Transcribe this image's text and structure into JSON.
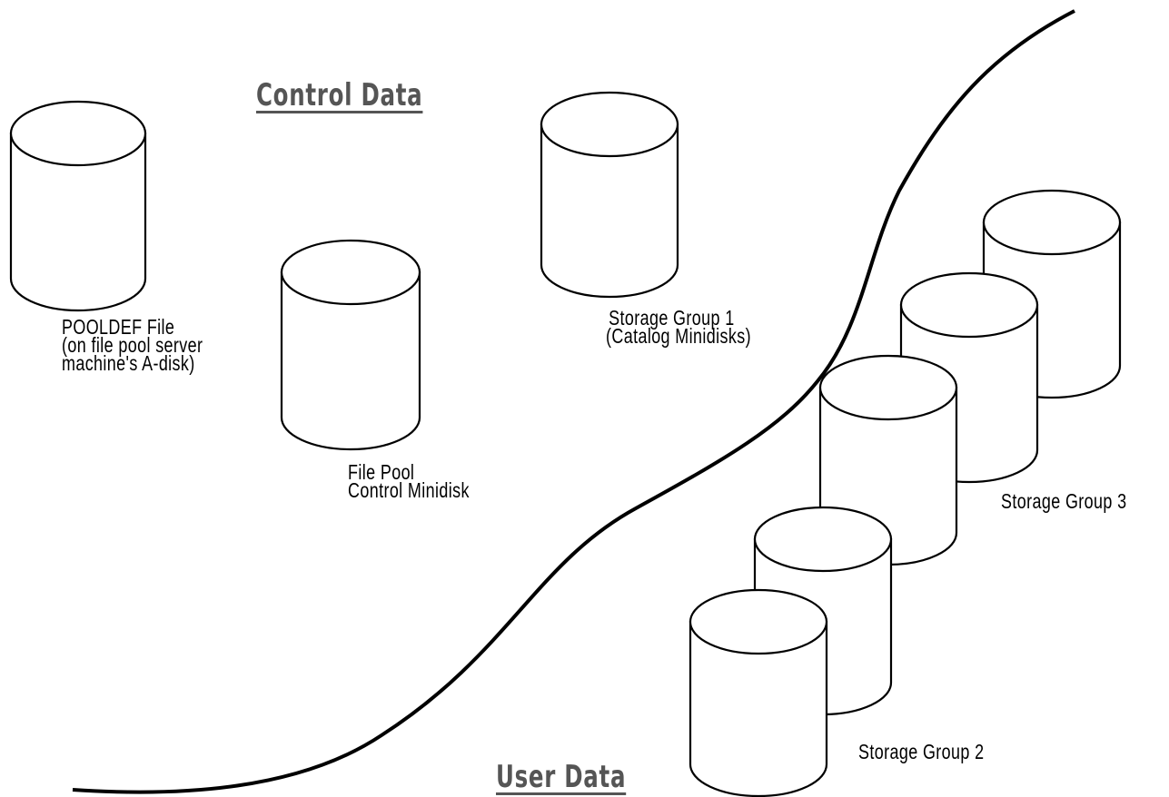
{
  "headings": {
    "control": "Control Data",
    "user": "User Data"
  },
  "cylinders": {
    "pooldef": {
      "lines": [
        "POOLDEF File",
        "(on file pool server",
        "machine's A-disk)"
      ]
    },
    "control_minidisk": {
      "lines": [
        "File Pool",
        "Control Minidisk"
      ]
    },
    "storage_group_1": {
      "lines": [
        "Storage Group 1",
        "(Catalog Minidisks)"
      ]
    },
    "storage_group_3": {
      "label": "Storage Group 3"
    },
    "storage_group_2": {
      "label": "Storage Group 2"
    }
  },
  "colors": {
    "line": "#000000",
    "background": "#ffffff",
    "heading": "#555555"
  }
}
